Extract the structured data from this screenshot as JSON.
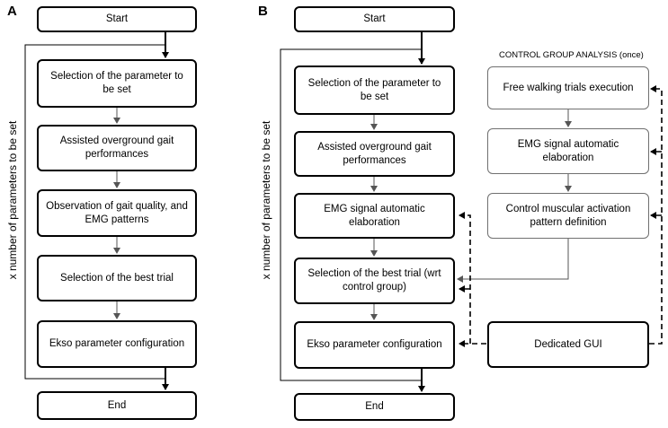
{
  "panel_a": {
    "label": "A",
    "side_label": "x number of parameters to be set",
    "steps": {
      "start": "Start",
      "selection": "Selection of the parameter to be set",
      "assisted": "Assisted overground gait performances",
      "observation": "Observation of gait quality, and EMG patterns",
      "best_trial": "Selection of the best trial",
      "ekso": "Ekso parameter configuration",
      "end": "End"
    }
  },
  "panel_b": {
    "label": "B",
    "side_label": "x number of parameters to be set",
    "steps": {
      "start": "Start",
      "selection": "Selection of the parameter to be set",
      "assisted": "Assisted overground gait performances",
      "emg": "EMG signal automatic elaboration",
      "best_trial": "Selection of the best trial (wrt control group)",
      "ekso": "Ekso parameter configuration",
      "end": "End"
    },
    "control_group": {
      "heading": "CONTROL GROUP ANALYSIS (once)",
      "free_walking": "Free walking trials execution",
      "emg": "EMG signal automatic elaboration",
      "activation": "Control muscular activation pattern definition"
    },
    "gui": "Dedicated GUI"
  }
}
